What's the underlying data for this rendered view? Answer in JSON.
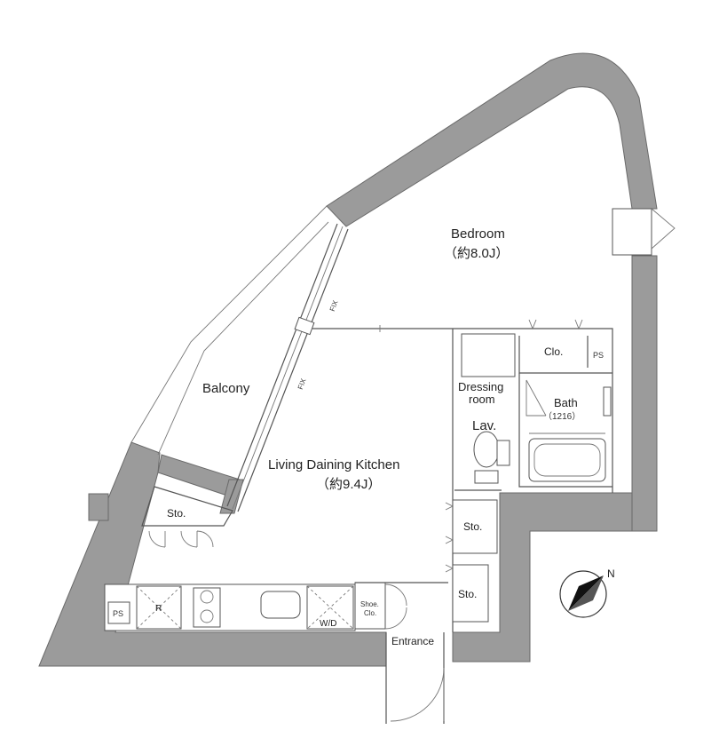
{
  "rooms": {
    "bedroom": {
      "name": "Bedroom",
      "size": "（約8.0J）"
    },
    "ldk": {
      "name": "Living Daining Kitchen",
      "size": "（約9.4J）"
    },
    "balcony": {
      "name": "Balcony"
    },
    "dressing": {
      "line1": "Dressing",
      "line2": "room"
    },
    "lav": {
      "name": "Lav."
    },
    "bath": {
      "name": "Bath",
      "size": "（1216）"
    },
    "entrance": {
      "name": "Entrance"
    }
  },
  "storage": {
    "clo": "Clo.",
    "ps_top": "PS",
    "ps_kitchen": "PS",
    "sto_left": "Sto.",
    "sto_upper": "Sto.",
    "sto_lower": "Sto.",
    "shoe_line1": "Shoe.",
    "shoe_line2": "Clo."
  },
  "appliances": {
    "refrigerator": "R",
    "washer_dryer": "W/D"
  },
  "windows": {
    "fix_upper": "FIX",
    "fix_lower": "FIX"
  },
  "compass": {
    "label": "N"
  }
}
